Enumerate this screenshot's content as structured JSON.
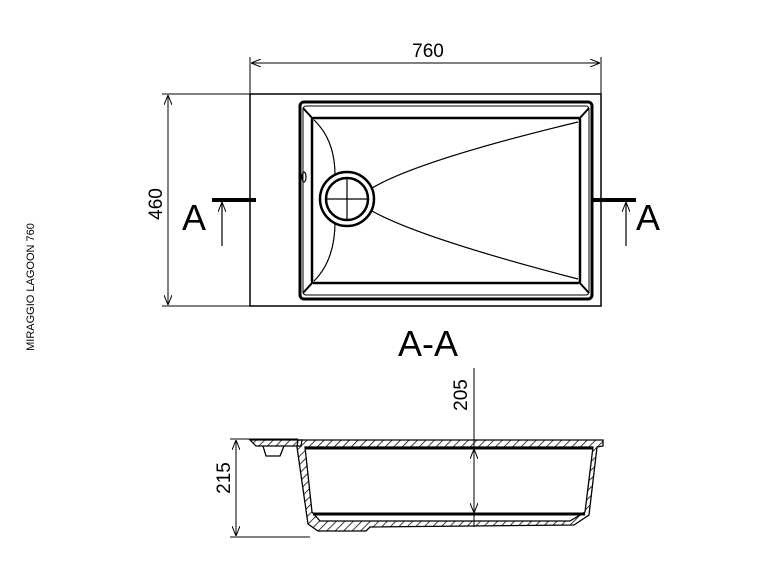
{
  "title": "MIRAGGIO LAGOON 760",
  "plan_view": {
    "width_label": "760",
    "depth_label": "460",
    "section_mark_left": "A",
    "section_mark_right": "A"
  },
  "section_view": {
    "title": "A-A",
    "bowl_depth_label": "205",
    "overall_height_label": "215"
  },
  "colors": {
    "line": "#000000",
    "background": "#ffffff"
  }
}
